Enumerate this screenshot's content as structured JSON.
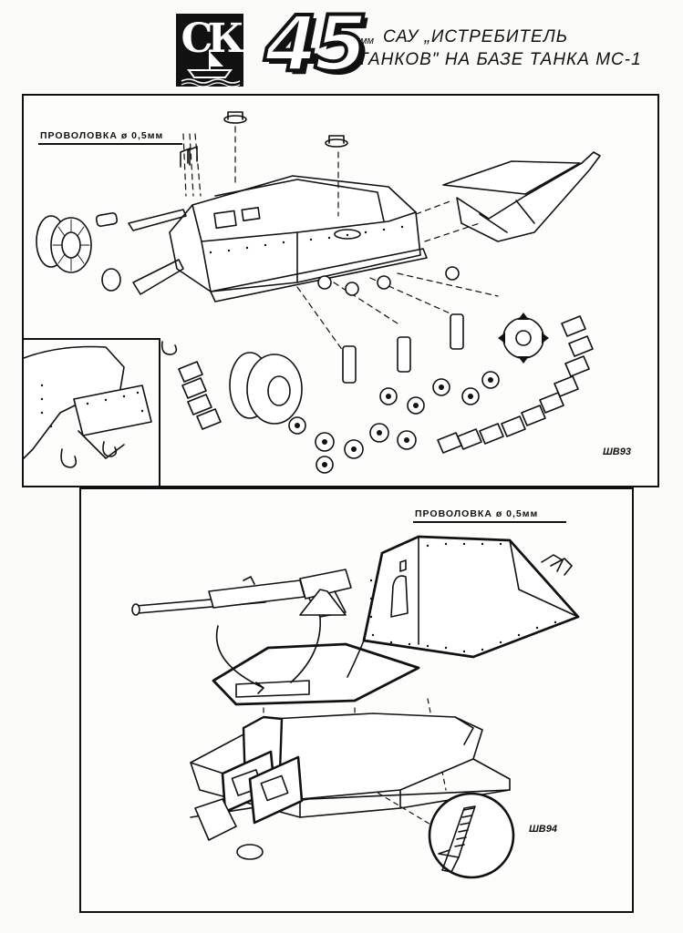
{
  "header": {
    "logo_text": "СК",
    "number": "45",
    "unit": "мм",
    "title_line1": "САУ „ИСТРЕБИТЕЛЬ",
    "title_line2": "ТАНКОВ\" НА БАЗЕ ТАНКА МС-1"
  },
  "top_panel": {
    "wire_label": "ПРОВОЛОВКА ø 0,5мм",
    "signature": "ШВ93"
  },
  "bottom_panel": {
    "wire_label": "ПРОВОЛОВКА ø 0,5мм",
    "signature": "ШВ94"
  }
}
